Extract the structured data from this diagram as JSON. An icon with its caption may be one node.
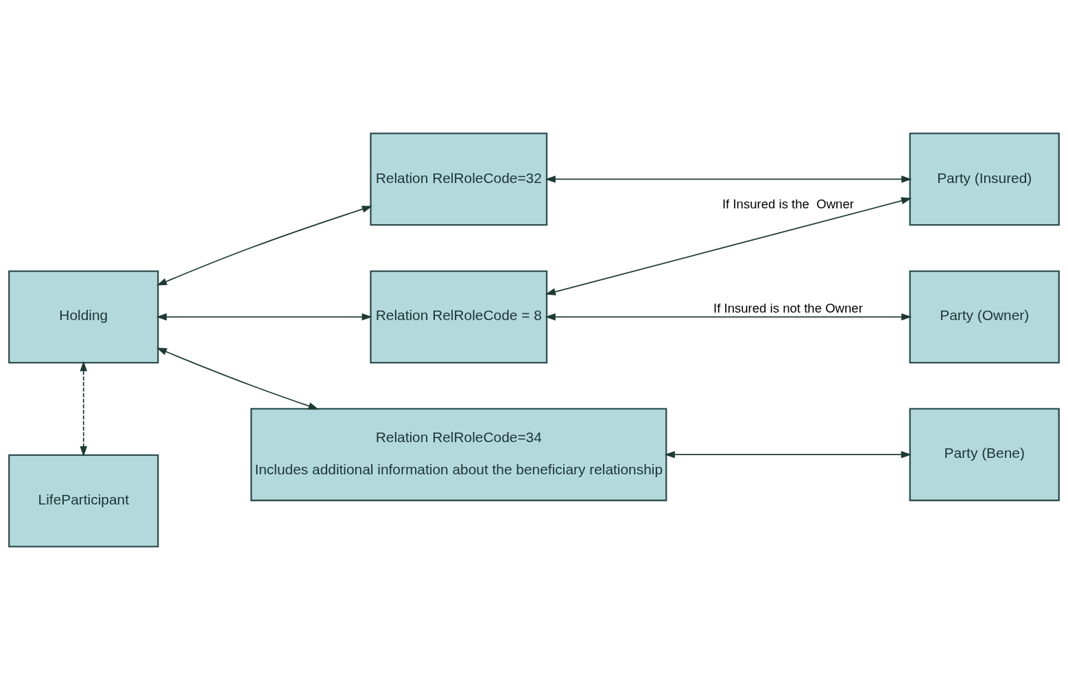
{
  "diagram": {
    "nodes": [
      {
        "text": [
          "Holding"
        ]
      },
      {
        "text": [
          "Relation RelRoleCode=32"
        ]
      },
      {
        "text": [
          "Party (Insured)"
        ]
      },
      {
        "text": [
          "Relation RelRoleCode = 8"
        ]
      },
      {
        "text": [
          "Party (Owner)"
        ]
      },
      {
        "text": [
          "LifeParticipant"
        ]
      },
      {
        "text": [
          "Relation RelRoleCode=34",
          "Includes additional information about the beneficiary relationship"
        ]
      },
      {
        "text": [
          "Party (Bene)"
        ]
      }
    ],
    "edges": [
      {
        "from": 0,
        "to": 1,
        "arrow": "both"
      },
      {
        "from": 0,
        "to": 3,
        "arrow": "both"
      },
      {
        "from": 0,
        "to": 6,
        "arrow": "both"
      },
      {
        "from": 1,
        "to": 2,
        "arrow": "both"
      },
      {
        "from": 2,
        "to": 3,
        "arrow": "both",
        "label": "If Insured is the  Owner"
      },
      {
        "from": 3,
        "to": 4,
        "arrow": "both",
        "label": "If Insured is not the Owner"
      },
      {
        "from": 0,
        "to": 5,
        "arrow": "both",
        "style": "dashed"
      },
      {
        "from": 6,
        "to": 7,
        "arrow": "both"
      }
    ]
  }
}
